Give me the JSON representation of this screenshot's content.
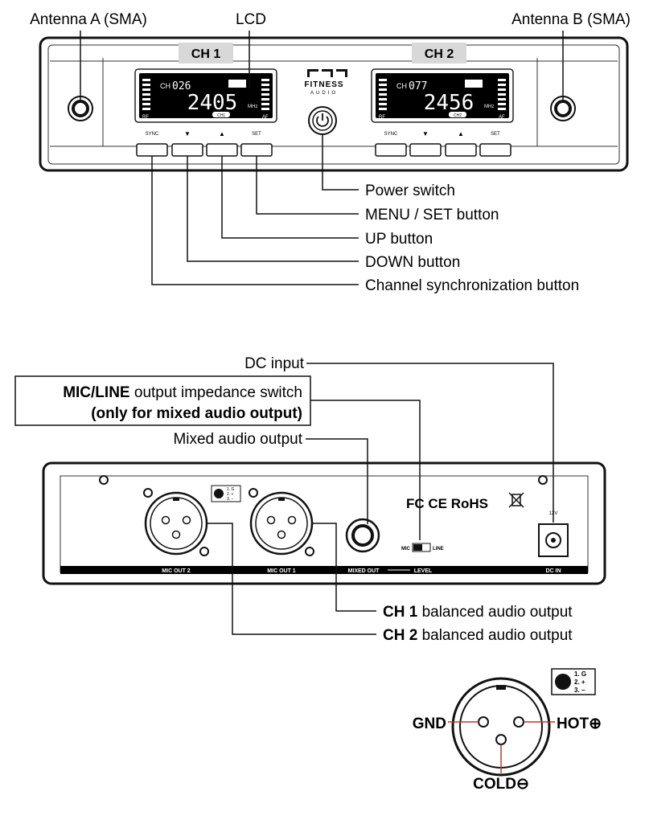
{
  "front": {
    "labels": {
      "antenna_a": "Antenna A (SMA)",
      "lcd": "LCD",
      "antenna_b": "Antenna B (SMA)",
      "power_switch": "Power switch",
      "menu_set": "MENU / SET button",
      "up": "UP button",
      "down": "DOWN button",
      "sync": "Channel synchronization button"
    },
    "brand_top": "FITNESS",
    "brand_bottom": "AUDIO",
    "ch1": {
      "tab": "CH 1",
      "ch_prefix": "CH",
      "ch_num": "026",
      "freq": "2405",
      "unit": "MHz",
      "badge": "CH1",
      "rf": "RF",
      "af": "AF"
    },
    "ch2": {
      "tab": "CH 2",
      "ch_prefix": "CH",
      "ch_num": "077",
      "freq": "2456",
      "unit": "MHz",
      "badge": "CH2",
      "rf": "RF",
      "af": "AF"
    },
    "buttons": {
      "sync": "SYNC",
      "down": "▼",
      "up": "▲",
      "set": "SET"
    }
  },
  "rear": {
    "labels": {
      "dc_input": "DC input",
      "mic_line_bold": "MIC/LINE",
      "mic_line_rest": " output impedance switch",
      "mixed_only": "(only for mixed audio output)",
      "mixed_output": "Mixed audio output",
      "ch1_bold": "CH 1",
      "ch1_rest": " balanced audio output",
      "ch2_bold": "CH 2",
      "ch2_rest": " balanced audio output"
    },
    "panel": {
      "mic_out_2": "MIC OUT 2",
      "mic_out_1": "MIC OUT 1",
      "mixed_out": "MIXED OUT",
      "level": "LEVEL",
      "dc_in": "DC IN",
      "mic": "MIC",
      "line": "LINE",
      "volt": "12V",
      "pin_1": "1. G",
      "pin_2": "2. +",
      "pin_3": "3. −",
      "cert": "FC CE RoHS"
    }
  },
  "xlr_detail": {
    "gnd": "GND",
    "hot": "HOT⊕",
    "cold": "COLD⊖",
    "pin_1": "1. G",
    "pin_2": "2. +",
    "pin_3": "3. −"
  }
}
